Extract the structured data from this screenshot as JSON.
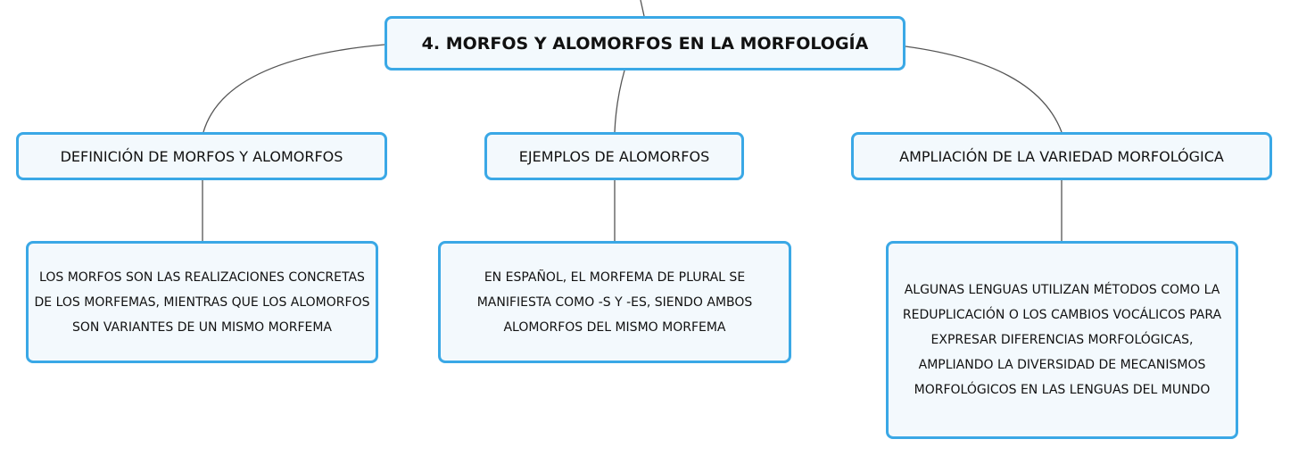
{
  "root": {
    "title": "4. MORFOS Y ALOMORFOS EN LA MORFOLOGÍA"
  },
  "branches": [
    {
      "label": "DEFINICIÓN DE MORFOS Y ALOMORFOS",
      "detail": "LOS MORFOS SON LAS REALIZACIONES CONCRETAS DE LOS MORFEMAS, MIENTRAS QUE LOS ALOMORFOS SON VARIANTES DE UN MISMO MORFEMA"
    },
    {
      "label": "EJEMPLOS DE ALOMORFOS",
      "detail": "EN ESPAÑOL, EL MORFEMA DE PLURAL SE MANIFIESTA COMO -S Y -ES, SIENDO AMBOS ALOMORFOS DEL MISMO MORFEMA"
    },
    {
      "label": "AMPLIACIÓN DE LA VARIEDAD MORFOLÓGICA",
      "detail": "ALGUNAS LENGUAS UTILIZAN MÉTODOS COMO LA REDUPLICACIÓN O LOS CAMBIOS VOCÁLICOS PARA EXPRESAR DIFERENCIAS MORFOLÓGICAS, AMPLIANDO LA DIVERSIDAD DE MECANISMOS MORFOLÓGICOS EN LAS LENGUAS DEL MUNDO"
    }
  ],
  "colors": {
    "node_border": "#3aa8e6",
    "node_fill": "#f3f9fd",
    "connector": "#555555",
    "text": "#111111"
  }
}
